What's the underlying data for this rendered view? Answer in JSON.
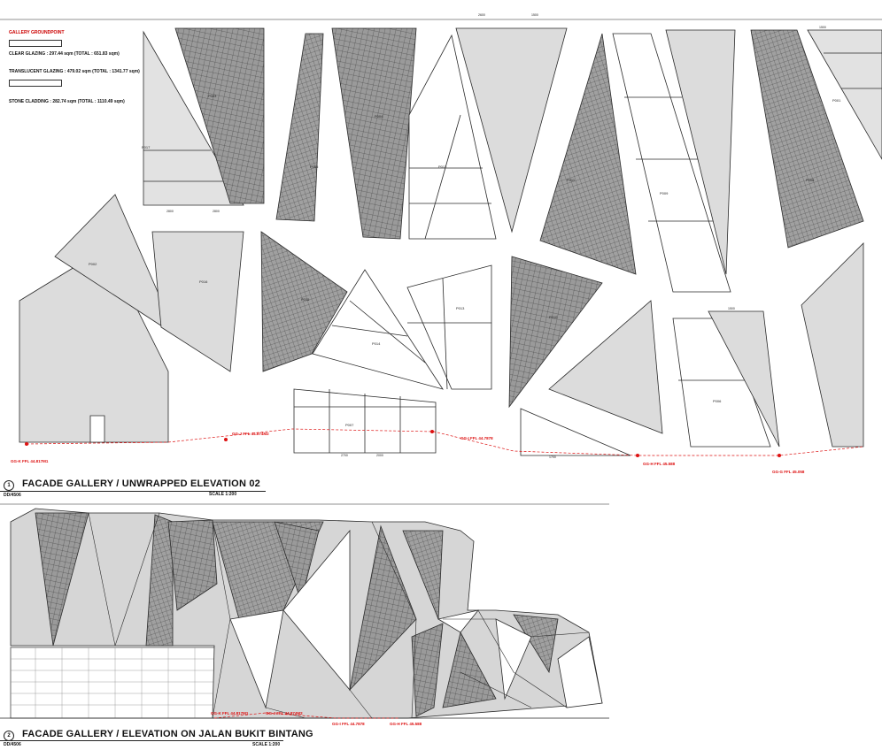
{
  "legend": {
    "ground_label": "GALLERY GROUNDPOINT",
    "clear": "CLEAR GLAZING : 297.44 sqm (TOTAL : 651.83 sqm)",
    "translucent": "TRANSLUCENT GLAZING : 479.02 sqm (TOTAL : 1341.77 sqm)",
    "stone": "STONE CLADDING : 282.74 sqm (TOTAL : 1110.49 sqm)"
  },
  "drawing1": {
    "number": "1",
    "title": "FACADE GALLERY / UNWRAPPED ELEVATION 02",
    "code": "DD/4506",
    "scale": "SCALE 1:200"
  },
  "drawing2": {
    "number": "2",
    "title": "FACADE GALLERY / ELEVATION ON JALAN BUKIT BINTANG",
    "code": "DD/4506",
    "scale": "SCALE 1:200"
  },
  "levels_top": [
    "GG-K FFL 44.817M1",
    "GG-J FFL 44.874M2",
    "GG-I FFL 44.7878",
    "GG-H FFL 45.588",
    "GG-G FFL 45.058"
  ],
  "levels_bottom": [
    "GG-K FFL 44.817M1",
    "GG-J FFL 44.874M2",
    "GG-I FFL 44.7878",
    "GG-H FFL 45.588"
  ],
  "panel_labels": [
    "P017",
    "P016",
    "P015",
    "P014",
    "P013",
    "P012",
    "P011",
    "P010",
    "P009",
    "P008",
    "P007",
    "P006",
    "P005",
    "P004",
    "P003",
    "P002",
    "P001"
  ],
  "dim_labels": [
    "2800",
    "2800",
    "2600",
    "1500",
    "2700",
    "2000",
    "1700",
    "1500",
    "1500"
  ],
  "colors": {
    "frame": "#2a2a2a",
    "stone": "#a9a9a9",
    "translucent": "#dddddd",
    "clear": "#ffffff",
    "level": "#d11111"
  }
}
